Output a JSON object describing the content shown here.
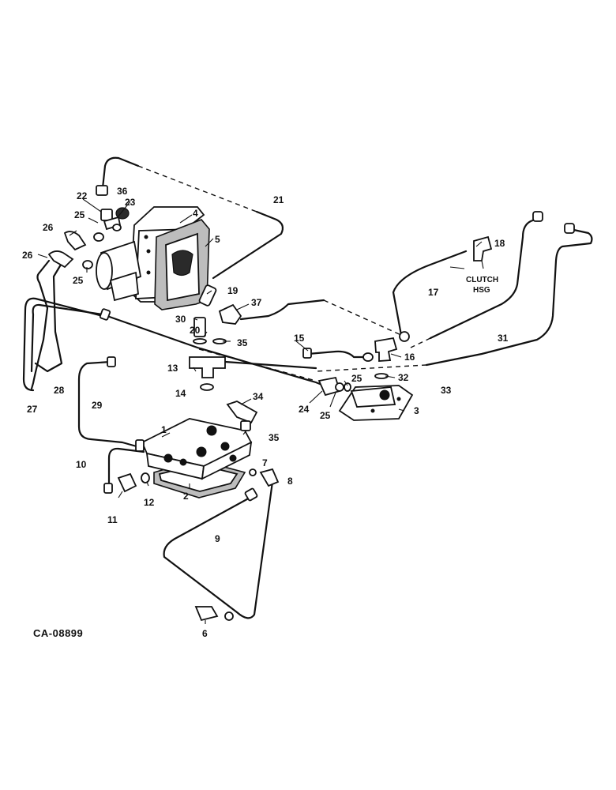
{
  "reference_code": "CA-08899",
  "note": {
    "line1": "CLUTCH",
    "line2": "HSG"
  },
  "labels": {
    "p1": "1",
    "p2": "2",
    "p3": "3",
    "p4": "4",
    "p5": "5",
    "p6": "6",
    "p7": "7",
    "p8": "8",
    "p9": "9",
    "p10": "10",
    "p11": "11",
    "p12": "12",
    "p13": "13",
    "p14": "14",
    "p15": "15",
    "p16": "16",
    "p17": "17",
    "p18": "18",
    "p19": "19",
    "p20": "20",
    "p21": "21",
    "p22": "22",
    "p23": "23",
    "p24": "24",
    "p25a": "25",
    "p25b": "25",
    "p25c": "25",
    "p25d": "25",
    "p26a": "26",
    "p26b": "26",
    "p27": "27",
    "p28": "28",
    "p29": "29",
    "p30": "30",
    "p31": "31",
    "p32": "32",
    "p33": "33",
    "p34": "34",
    "p35a": "35",
    "p35b": "35",
    "p36": "36",
    "p37": "37"
  }
}
